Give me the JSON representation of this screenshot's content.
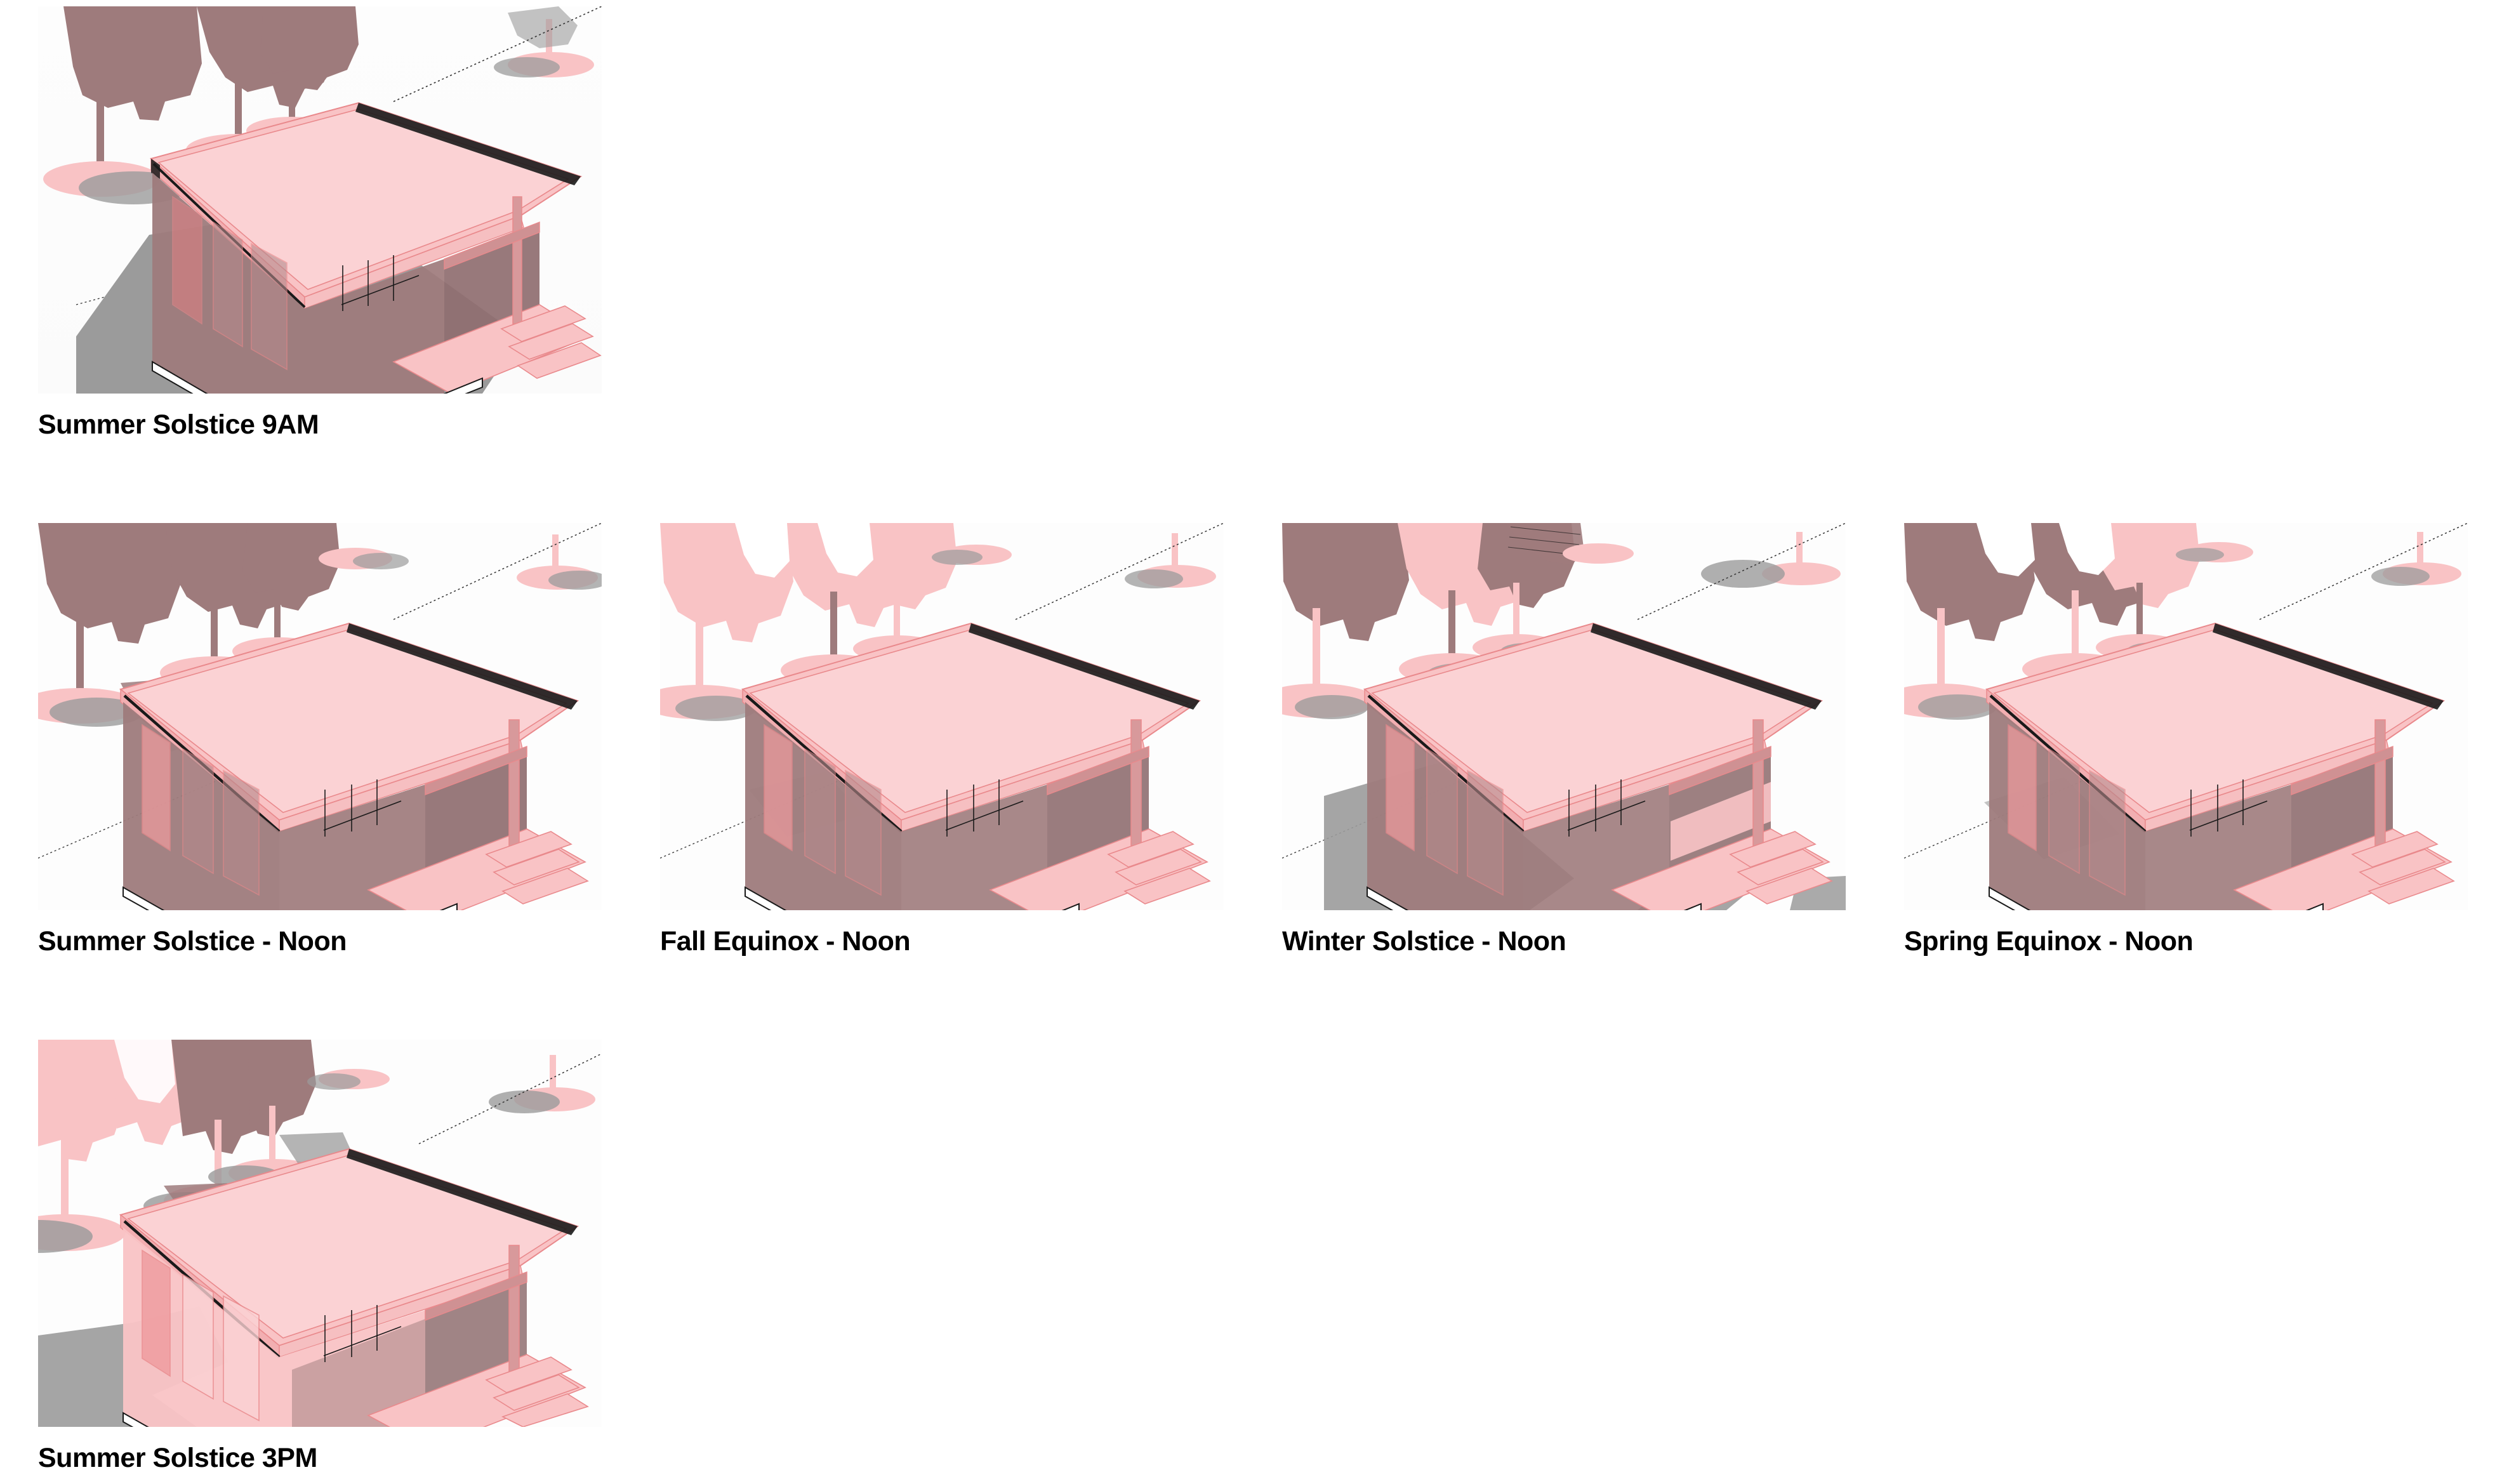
{
  "document": {
    "kind": "solar-shading-study-sheet",
    "background_color": "#ffffff",
    "caption_color": "#000000",
    "panel_background": "#fdfdfd"
  },
  "palette": {
    "sunlit_surface": "#f9c3c5",
    "sunlit_surface_light": "#fbd2d4",
    "shaded_surface": "#9e7b7c",
    "shaded_surface_dark": "#8f6e70",
    "ground_shadow": "#9b9b9b",
    "ground_shadow_light": "#b4b4b4",
    "ground": "#fbfbfb",
    "edge_line": "#e9898c",
    "outline_dark": "#1a1a1a"
  },
  "rows": [
    {
      "cells": [
        {
          "caption": "Summer Solstice 9AM",
          "scene": "summer-solstice-9am",
          "sun_azimuth_label": "morning-east",
          "shadow_direction": "west-long",
          "porch_in_shade": false
        }
      ]
    },
    {
      "cells": [
        {
          "caption": "Summer Solstice - Noon",
          "scene": "summer-solstice-noon",
          "sun_azimuth_label": "south-high",
          "shadow_direction": "short-north",
          "porch_in_shade": true
        },
        {
          "caption": "Fall Equinox - Noon",
          "scene": "fall-equinox-noon",
          "sun_azimuth_label": "south-mid",
          "shadow_direction": "medium-north",
          "porch_in_shade": true
        },
        {
          "caption": "Winter Solstice - Noon",
          "scene": "winter-solstice-noon",
          "sun_azimuth_label": "south-low",
          "shadow_direction": "long-north",
          "porch_in_shade": true
        },
        {
          "caption": "Spring Equinox - Noon",
          "scene": "spring-equinox-noon",
          "sun_azimuth_label": "south-mid",
          "shadow_direction": "medium-north",
          "porch_in_shade": true
        }
      ]
    },
    {
      "cells": [
        {
          "caption": "Summer Solstice 3PM",
          "scene": "summer-solstice-3pm",
          "sun_azimuth_label": "afternoon-west",
          "shadow_direction": "east-long",
          "porch_in_shade": false
        }
      ]
    }
  ]
}
